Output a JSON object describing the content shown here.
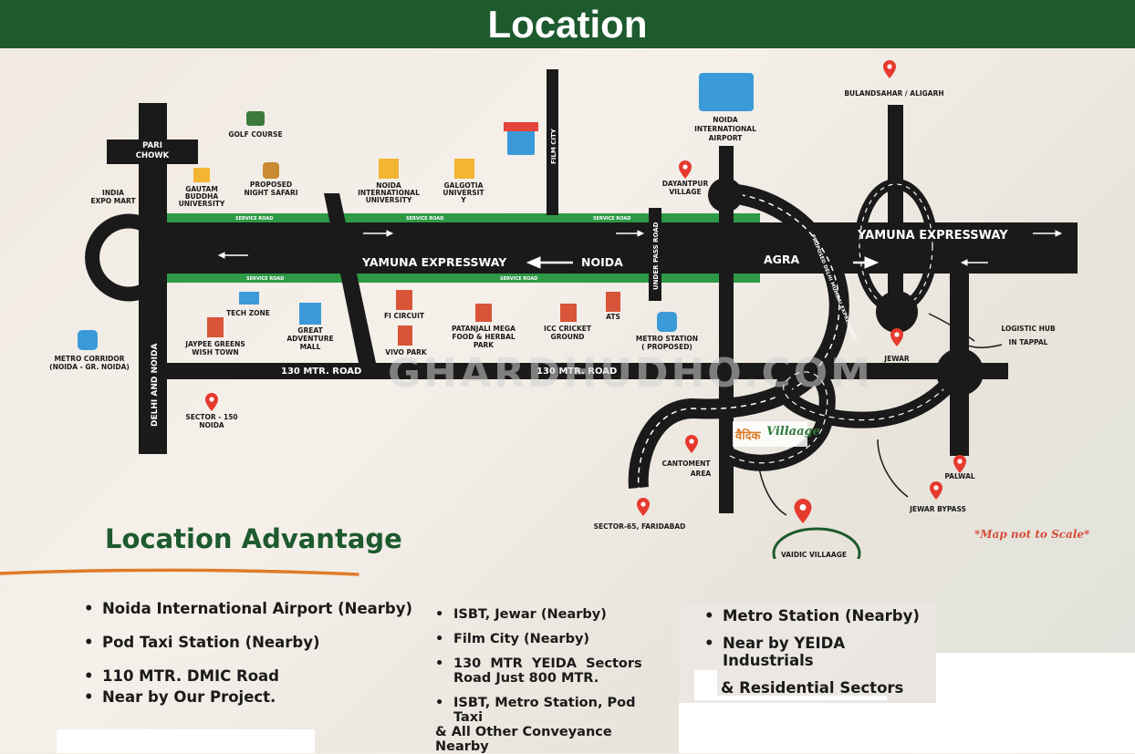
{
  "header": {
    "title": "Location"
  },
  "map": {
    "roads": {
      "yamuna_expressway": "YAMUNA EXPRESSWAY",
      "yamuna_expressway_east": "YAMUNA EXPRESSWAY",
      "noida": "NOIDA",
      "agra": "AGRA",
      "service_road": "SERVICE ROAD",
      "mtr_road": "130 MTR. ROAD",
      "mtr_road_2": "130 MTR. ROAD",
      "under_pass_road": "UNDER PASS ROAD",
      "delhi_and_noida": "DELHI AND NOIDA",
      "film_city": "FILM CITY",
      "proposed_expressway": "PROPOSED DELHI MUMBAI EXPRESSWAY"
    },
    "places": {
      "pari_chowk": [
        "PARI",
        "CHOWK"
      ],
      "india_expo_mart": [
        "INDIA",
        "EXPO MART"
      ],
      "golf_course": [
        "GOLF COURSE"
      ],
      "gautam_buddha": [
        "GAUTAM",
        "BUDDHA",
        "UNIVERSITY"
      ],
      "night_safari": [
        "PROPOSED",
        "NIGHT SAFARI"
      ],
      "noida_university": [
        "NOIDA",
        "INTERNATIONAL",
        "UNIVERSITY"
      ],
      "galgotia": [
        "GALGOTIA",
        "UNIVERSIT",
        "Y"
      ],
      "airport": [
        "NOIDA",
        "INTERNATIONAL",
        "AIRPORT"
      ],
      "dayantpur": [
        "DAYANTPUR",
        "VILLAGE"
      ],
      "bulandshahar": [
        "BULANDSAHAR / ALIGARH"
      ],
      "tech_zone": [
        "TECH ZONE"
      ],
      "jaypee": [
        "JAYPEE GREENS",
        "WISH TOWN"
      ],
      "great_adventure": [
        "GREAT",
        "ADVENTURE",
        "MALL"
      ],
      "f1_circuit": [
        "FI CIRCUIT"
      ],
      "vivo_park": [
        "VIVO PARK"
      ],
      "patanjali": [
        "PATANJALI MEGA",
        "FOOD & HERBAL",
        "PARK"
      ],
      "icc_cricket": [
        "ICC CRICKET",
        "GROUND"
      ],
      "ats": [
        "ATS"
      ],
      "metro_station": [
        "METRO STATION",
        "( PROPOSED)"
      ],
      "metro_corridor": [
        "METRO CORRIDOR",
        "(NOIDA - GR. NOIDA)"
      ],
      "sector_150": [
        "SECTOR - 150",
        "NOIDA"
      ],
      "jewar": [
        "JEWAR"
      ],
      "logistic_hub": [
        "LOGISTIC HUB",
        "IN TAPPAL"
      ],
      "cantonment": [
        "CANTOMENT",
        "AREA"
      ],
      "sector_65": [
        "SECTOR-65, FARIDABAD"
      ],
      "palwal": [
        "PALWAL"
      ],
      "jewar_bypass": [
        "JEWAR BYPASS"
      ],
      "vaidic_village": "VAIDIC VILLAAGE",
      "vaidic_logo": "Villaage",
      "vaidic_logo_hindi": "वैदिक"
    },
    "scale_note": "*Map not to Scale*",
    "watermark": "GHARDHUDHO.COM",
    "colors": {
      "header_green": "#1d5a2e",
      "road": "#1a1a1a",
      "service_road_green": "#2e9a45",
      "pin_red": "#e63a2e",
      "underline_orange": "#e07a2a"
    }
  },
  "advantage": {
    "title": "Location Advantage",
    "col1": [
      "Noida International Airport (Nearby)",
      "Pod Taxi Station (Nearby)",
      "110 MTR. DMIC Road",
      "Near by Our Project."
    ],
    "col2": [
      "ISBT, Jewar (Nearby)",
      "Film City (Nearby)",
      "130  MTR  YEIDA  Sectors",
      "Road Just 800 MTR.",
      "ISBT, Metro Station, Pod Taxi",
      "& All Other Conveyance Nearby"
    ],
    "col3": [
      "Metro Station (Nearby)",
      "Near by YEIDA Industrials",
      "& Residential Sectors"
    ]
  }
}
